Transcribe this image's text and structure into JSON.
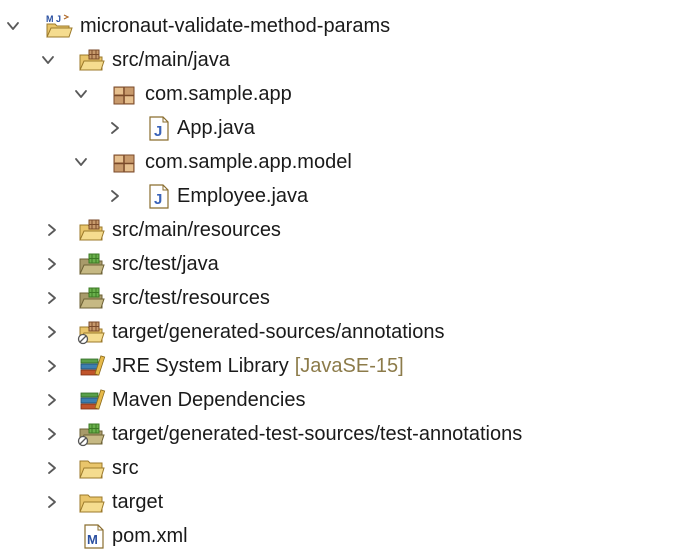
{
  "project": {
    "name": "micronaut-validate-method-params",
    "icon": "maven-java-project-icon",
    "expanded": true,
    "children": [
      {
        "label": "src/main/java",
        "icon": "source-folder-icon",
        "expanded": true,
        "depth": 1
      },
      {
        "label": "com.sample.app",
        "icon": "package-icon",
        "expanded": true,
        "depth": 2
      },
      {
        "label": "App.java",
        "icon": "java-file-icon",
        "expanded": false,
        "depth": 3
      },
      {
        "label": "com.sample.app.model",
        "icon": "package-icon",
        "expanded": true,
        "depth": 2
      },
      {
        "label": "Employee.java",
        "icon": "java-file-icon",
        "expanded": false,
        "depth": 3
      },
      {
        "label": "src/main/resources",
        "icon": "source-folder-icon",
        "expanded": false,
        "depth": 1
      },
      {
        "label": "src/test/java",
        "icon": "test-source-folder-icon",
        "expanded": false,
        "depth": 1
      },
      {
        "label": "src/test/resources",
        "icon": "test-source-folder-icon",
        "expanded": false,
        "depth": 1
      },
      {
        "label": "target/generated-sources/annotations",
        "icon": "generated-source-folder-icon",
        "expanded": false,
        "depth": 1
      },
      {
        "label": "JRE System Library",
        "decoration": "[JavaSE-15]",
        "icon": "library-icon",
        "expanded": false,
        "depth": 1
      },
      {
        "label": "Maven Dependencies",
        "icon": "library-icon",
        "expanded": false,
        "depth": 1
      },
      {
        "label": "target/generated-test-sources/test-annotations",
        "icon": "generated-test-source-folder-icon",
        "expanded": false,
        "depth": 1
      },
      {
        "label": "src",
        "icon": "folder-icon",
        "expanded": false,
        "depth": 1
      },
      {
        "label": "target",
        "icon": "folder-icon",
        "expanded": false,
        "depth": 1
      },
      {
        "label": "pom.xml",
        "icon": "maven-pom-file-icon",
        "expanded": null,
        "depth": 1
      }
    ]
  },
  "colors": {
    "text": "#1a1a1a",
    "decoration": "#8c7b4a",
    "chevron": "#5a5a5a",
    "folder": "#e9c56b",
    "package": "#b07a4a"
  }
}
